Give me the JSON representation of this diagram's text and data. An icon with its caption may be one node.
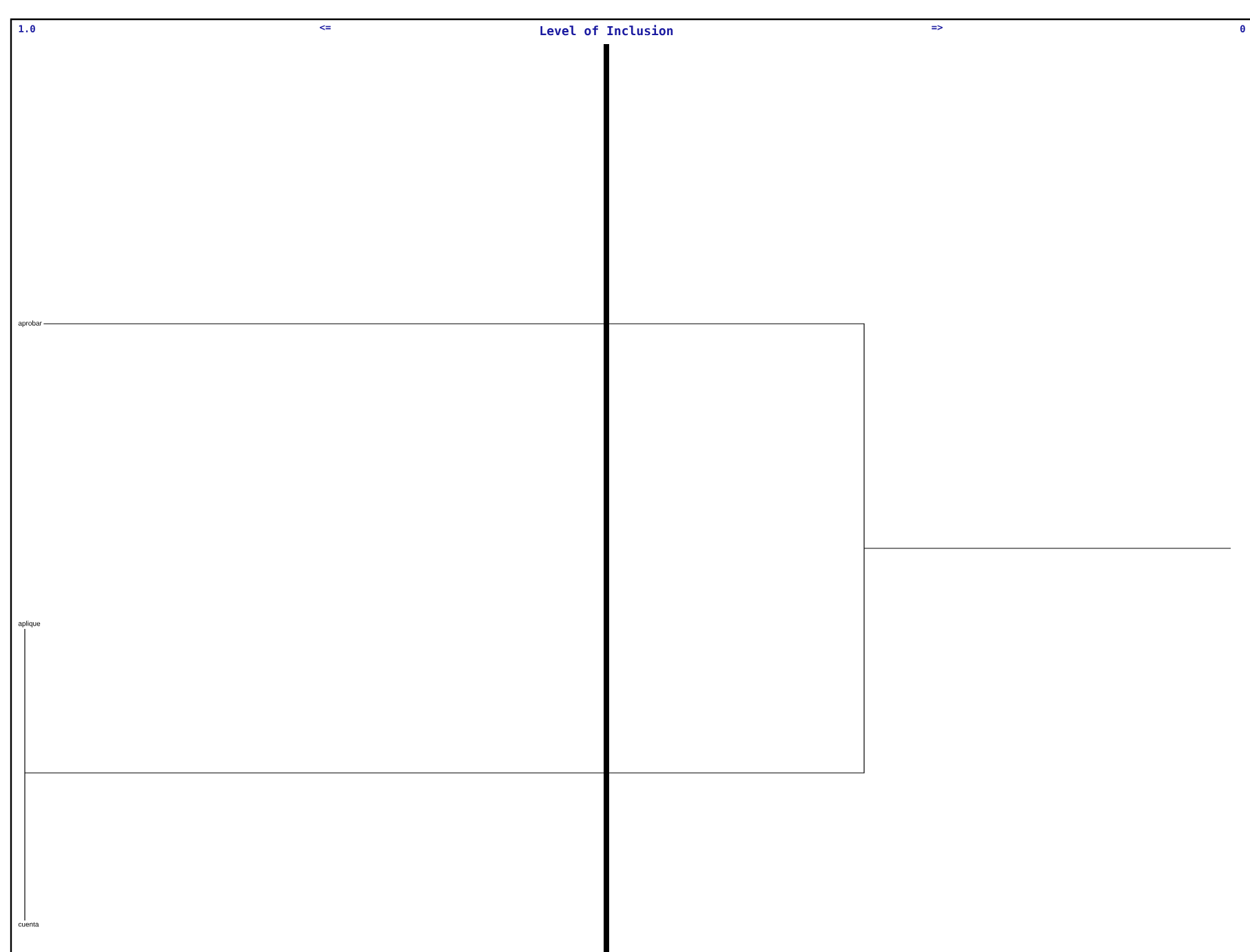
{
  "diagram": {
    "title": "Level of Inclusion",
    "nodes": [
      {
        "text": [
          "aprobar"
        ]
      },
      {
        "text": [
          "aplique"
        ]
      },
      {
        "text": [
          "cuenta"
        ]
      }
    ],
    "edges": [
      {
        "from": 1,
        "to": 2,
        "arrow": "none"
      },
      {
        "from": 0,
        "to": null,
        "arrow": "none"
      }
    ],
    "labels": [
      "1.0",
      "<=",
      "=>",
      "0"
    ]
  }
}
